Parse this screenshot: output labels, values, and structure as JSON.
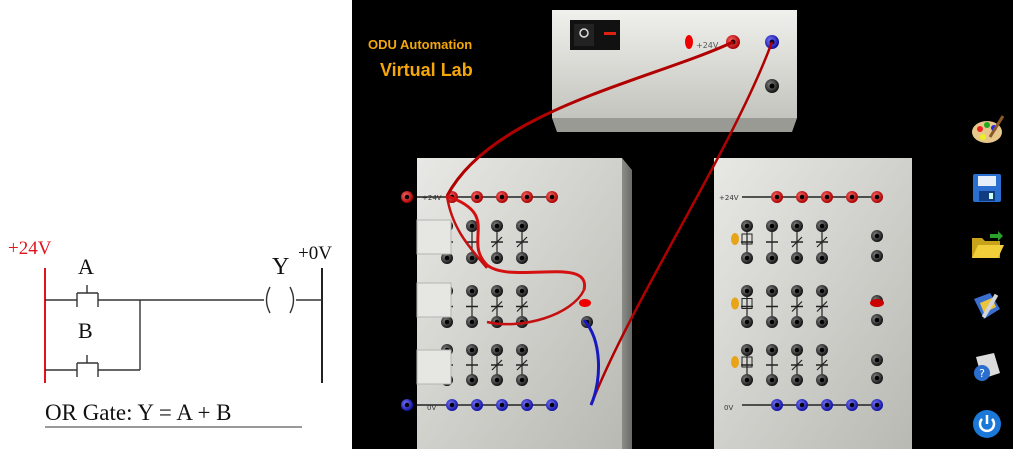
{
  "ladder": {
    "plus_rail": "+24V",
    "zero_rail": "+0V",
    "contact_a": "A",
    "contact_b": "B",
    "coil": "Y",
    "equation": "OR Gate: Y = A + B",
    "rail_color": "#e0141e"
  },
  "lab": {
    "title_line1": "ODU Automation",
    "title_line2": "Virtual Lab",
    "title_color": "#f5a70a",
    "power_supply_label": "+24V",
    "left_board": {
      "top_rail_label": "+24V",
      "bottom_rail_label": "0V"
    },
    "right_board": {
      "top_rail_label": "+24V",
      "bottom_rail_label": "0V"
    }
  },
  "toolbar": {
    "items": [
      {
        "icon": "palette-icon"
      },
      {
        "icon": "save-icon"
      },
      {
        "icon": "open-folder-icon"
      },
      {
        "icon": "clear-icon"
      },
      {
        "icon": "help-icon"
      },
      {
        "icon": "power-icon"
      }
    ]
  }
}
